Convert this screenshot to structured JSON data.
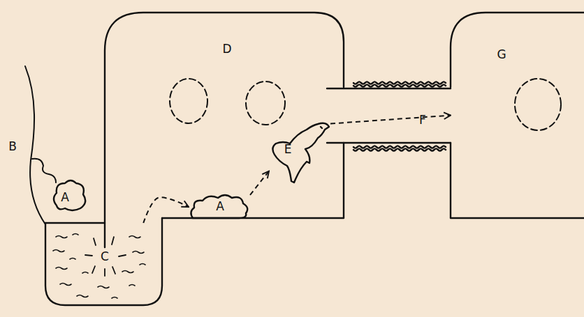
{
  "diagram": {
    "nodes": [
      {
        "text": [
          "D"
        ]
      },
      {
        "text": [
          "A"
        ]
      },
      {
        "text": [
          "C"
        ]
      },
      {
        "text": [
          "A"
        ],
        "in": 0
      },
      {
        "text": [
          "E"
        ],
        "in": 0
      },
      {
        "text": [
          "F"
        ]
      },
      {
        "text": [
          "G"
        ]
      }
    ],
    "edges": [
      {
        "from": 2,
        "to": 3,
        "arrow": "to"
      },
      {
        "from": 3,
        "to": 4,
        "arrow": "to"
      },
      {
        "from": 4,
        "to": 6,
        "arrow": "to"
      }
    ],
    "labels": [
      "B"
    ]
  }
}
